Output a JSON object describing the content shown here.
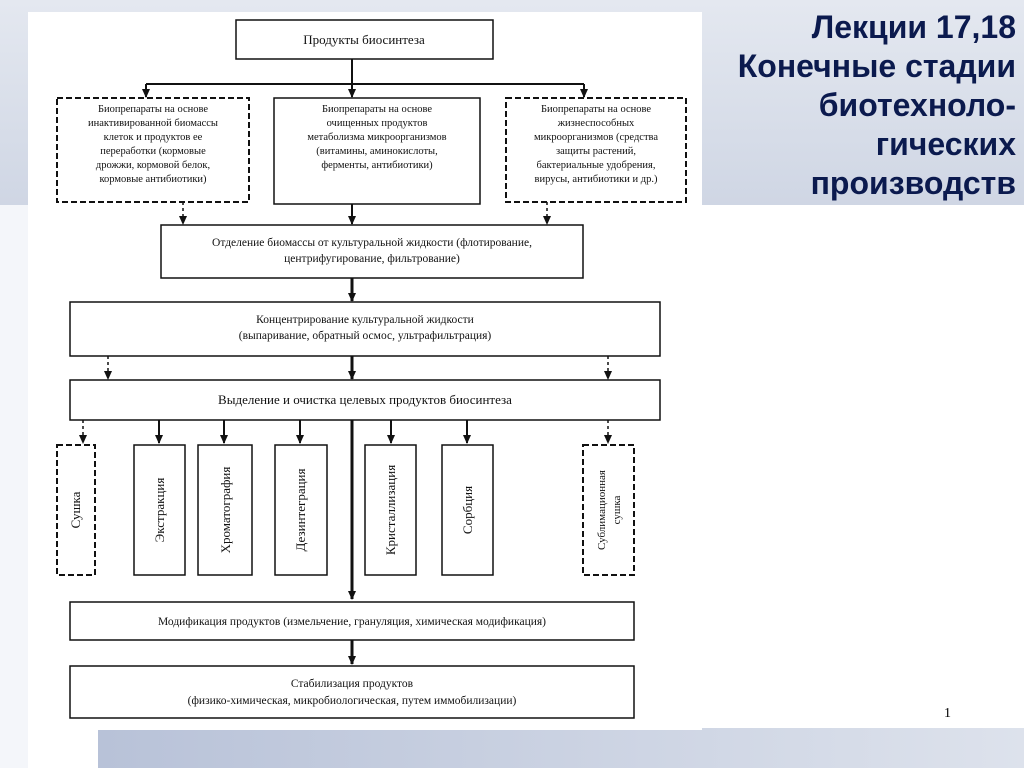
{
  "slide": {
    "title_lines": [
      "Лекции 17,18",
      "Конечные стадии",
      "биотехноло-",
      "гических",
      "производств"
    ],
    "number": "1"
  },
  "diagram": {
    "top": "Продукты биосинтеза",
    "left_product": [
      "Биопрепараты на основе",
      "инактивированной биомассы",
      "клеток и продуктов ее",
      "переработки (кормовые",
      "дрожжи, кормовой белок,",
      "кормовые антибиотики)"
    ],
    "center_product": [
      "Биопрепараты на основе",
      "очищенных продуктов",
      "метаболизма микроорганизмов",
      "(витамины, аминокислоты,",
      "ферменты, антибиотики)"
    ],
    "right_product": [
      "Биопрепараты на основе",
      "жизнеспособных",
      "микроорганизмов (средства",
      "защиты растений,",
      "бактериальные удобрения,",
      "вирусы, антибиотики и др.)"
    ],
    "separation": [
      "Отделение биомассы от культуральной жидкости (флотирование,",
      "центрифугирование, фильтрование)"
    ],
    "concentration": [
      "Концентрирование культуральной жидкости",
      "(выпаривание, обратный осмос, ультрафильтрация)"
    ],
    "purification": "Выделение и очистка целевых продуктов биосинтеза",
    "methods": {
      "drying": "Сушка",
      "extraction": "Экстракция",
      "chromatography": "Хроматография",
      "disintegration": "Дезинтеграция",
      "crystallization": "Кристаллизация",
      "sorption": "Сорбция",
      "freeze_drying": [
        "Сублимационная",
        "сушка"
      ]
    },
    "modification": "Модификация продуктов (измельчение, грануляция, химическая модификация)",
    "stabilization": [
      "Стабилизация продуктов",
      "(физико-химическая, микробиологическая, путем иммобилизации)"
    ]
  }
}
